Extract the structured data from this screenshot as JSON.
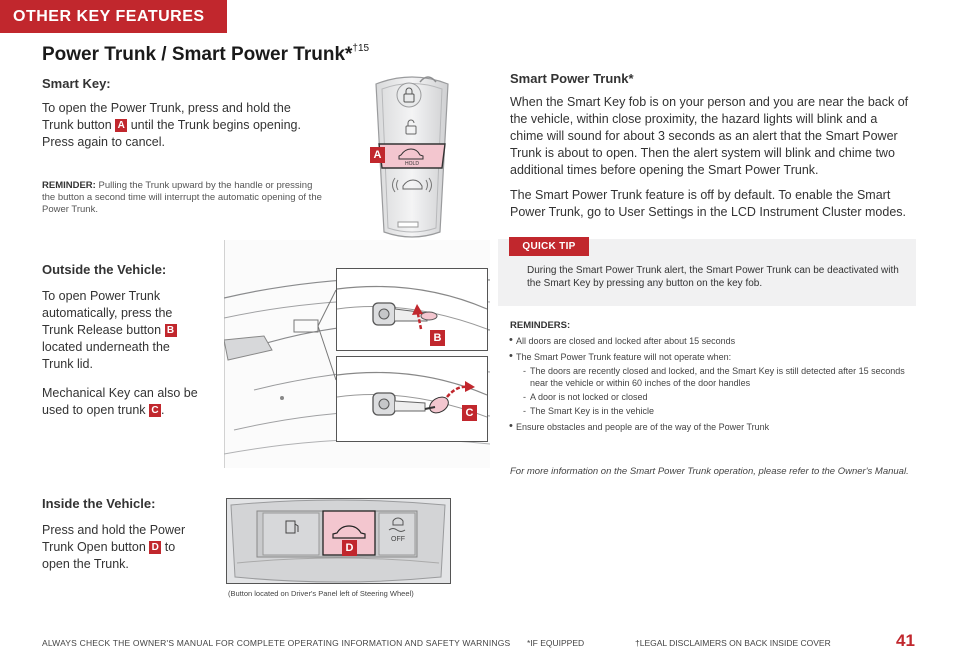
{
  "section_tab": "OTHER KEY FEATURES",
  "title": "Power Trunk / Smart Power Trunk*",
  "title_sup": "†15",
  "smart_key": {
    "heading": "Smart Key:",
    "p1_a": "To open the Power Trunk, press and hold the Trunk button",
    "p1_b": "until the Trunk begins opening. Press again to cancel.",
    "reminder_label": "REMINDER:",
    "reminder_text": "Pulling the Trunk upward by the handle or pressing the button a second time will interrupt the automatic opening of the Power Trunk."
  },
  "outside": {
    "heading": "Outside the Vehicle:",
    "p1_a": "To open Power Trunk automatically, press the Trunk Release button",
    "p1_b": "located underneath the Trunk lid.",
    "p2_a": "Mechanical Key can also be used to open trunk",
    "p2_b": "."
  },
  "inside": {
    "heading": "Inside the Vehicle:",
    "p1_a": "Press and hold the Power Trunk Open button",
    "p1_b": "to open the Trunk."
  },
  "badges": {
    "a": "A",
    "b": "B",
    "c": "C",
    "d": "D"
  },
  "fob_hold_label": "HOLD",
  "panel_off_label": "OFF",
  "panel_caption": "(Button located on Driver's Panel left of Steering Wheel)",
  "smart_power_trunk": {
    "heading": "Smart Power Trunk*",
    "p1": "When the Smart Key fob is on your person and you are near the back of the vehicle, within close proximity, the hazard lights will blink and a chime will sound for about 3 seconds as an alert that the Smart Power Trunk is about to open. Then the alert system will blink and chime two additional times before opening the Smart Power Trunk.",
    "p2": "The Smart Power Trunk feature is off by default. To enable the Smart Power Trunk, go to User Settings in the LCD Instrument Cluster modes."
  },
  "quick_tip": {
    "label": "QUICK TIP",
    "text": "During the Smart Power Trunk alert, the Smart Power Trunk can be deactivated with the Smart Key by pressing any button on the key fob."
  },
  "reminders": {
    "heading": "REMINDERS:",
    "items": [
      "All doors are closed and locked after about 15 seconds",
      "The Smart Power Trunk feature will not operate when:",
      "The doors are recently closed and locked, and the Smart Key is still detected after 15 seconds near the vehicle or within 60 inches of the door handles",
      "A door is not locked or closed",
      "The Smart Key is in the vehicle",
      "Ensure obstacles and people are of the way of the Power Trunk"
    ]
  },
  "more_info": "For more information on the Smart Power Trunk operation, please refer to the Owner's Manual.",
  "footer": {
    "left": "ALWAYS CHECK THE OWNER'S MANUAL FOR COMPLETE OPERATING INFORMATION AND SAFETY WARNINGS",
    "equip": "*IF EQUIPPED",
    "legal": "†LEGAL DISCLAIMERS ON BACK INSIDE COVER",
    "page": "41"
  },
  "colors": {
    "accent": "#c1272d",
    "highlight": "#f3c6cf",
    "tip_bg": "#f1f1f2"
  }
}
